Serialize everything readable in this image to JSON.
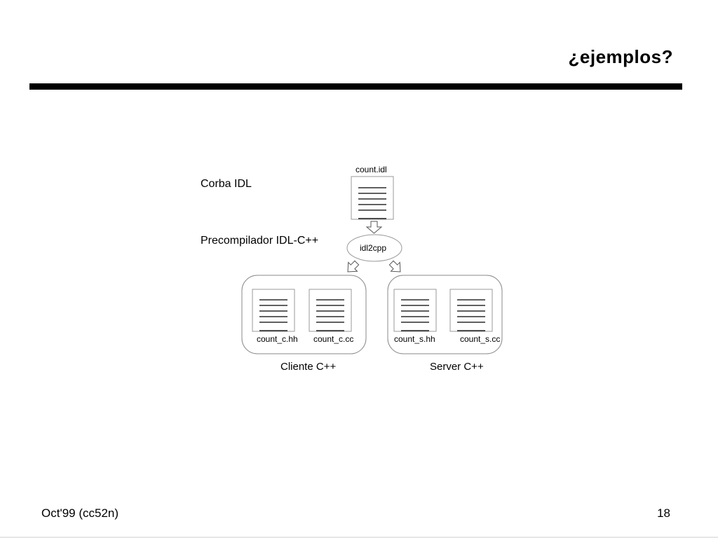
{
  "slide": {
    "title": "¿ejemplos?",
    "footer_left": "Oct'99 (cc52n)",
    "page_number": "18"
  },
  "diagram": {
    "left_labels": {
      "corba": "Corba IDL",
      "precompiler": "Precompilador IDL-C++"
    },
    "source_file": "count.idl",
    "tool": "idl2cpp",
    "client": {
      "label": "Cliente C++",
      "files": [
        "count_c.hh",
        "count_c.cc"
      ]
    },
    "server": {
      "label": "Server C++",
      "files": [
        "count_s.hh",
        "count_s.cc"
      ]
    }
  }
}
